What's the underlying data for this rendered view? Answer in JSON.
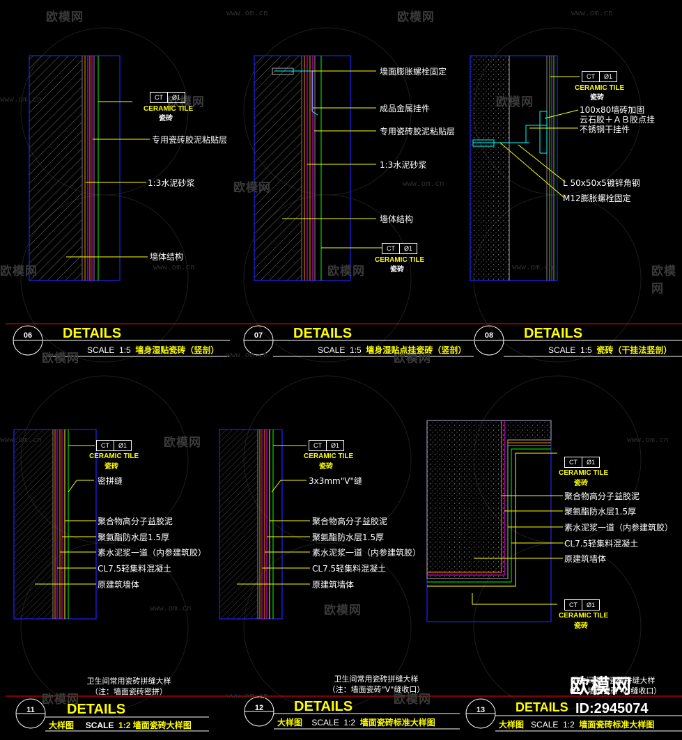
{
  "watermark": {
    "brand": "欧模网",
    "url": "www.om.cn"
  },
  "common": {
    "ceramic_tile": "CERAMIC TILE",
    "tile_cn": "瓷砖",
    "ct": "CT",
    "phi": "Ø1",
    "details": "DETAILS",
    "scale_word": "SCALE"
  },
  "d06": {
    "num": "06",
    "scale": "1:5",
    "title": "墙身湿贴瓷砖（竖剖）",
    "labels": [
      "专用瓷砖胶泥粘贴层",
      "1:3水泥砂浆",
      "墙体结构"
    ]
  },
  "d07": {
    "num": "07",
    "scale": "1:5",
    "title": "墙身湿贴点挂瓷砖（竖剖）",
    "labels": [
      "墙面膨胀螺栓固定",
      "成品金属挂件",
      "专用瓷砖胶泥粘贴层",
      "1:3水泥砂浆",
      "墙体结构"
    ]
  },
  "d08": {
    "num": "08",
    "scale": "1:5",
    "title": "瓷砖（干挂法竖剖）",
    "labels": [
      "100x80墙砖加固",
      "云石胶＋ＡＢ胶点挂",
      "不锈钢干挂件",
      "L 50x50x5镀锌角钢",
      "M12膨胀螺栓固定"
    ]
  },
  "d11": {
    "num": "11",
    "prefix": "大样图",
    "scale": "1:2",
    "title": "墙面瓷砖大样图",
    "labels": [
      "密拼缝",
      "聚合物高分子益胶泥",
      "聚氨酯防水层1.5厚",
      "素水泥浆一道（内参建筑胶）",
      "CL7.5轻集料混凝土",
      "原建筑墙体"
    ],
    "note1": "卫生间常用瓷砖拼缝大样",
    "note2": "（注：墙面瓷砖密拼）"
  },
  "d12": {
    "num": "12",
    "prefix": "大样图",
    "scale": "1:2",
    "title": "墙面瓷砖标准大样图",
    "labels": [
      "3x3mm\"V\"缝",
      "聚合物高分子益胶泥",
      "聚氨酯防水层1.5厚",
      "素水泥浆一道（内参建筑胶）",
      "CL7.5轻集料混凝土",
      "原建筑墙体"
    ],
    "note1": "卫生间常用瓷砖拼缝大样",
    "note2": "（注：墙面瓷砖\"V\"缝收口）"
  },
  "d13": {
    "num": "13",
    "prefix": "大样图",
    "scale": "1:2",
    "title": "墙面瓷砖标准大样图",
    "labels": [
      "聚合物高分子益胶泥",
      "聚氨酯防水层1.5厚",
      "素水泥浆一道（内参建筑胶）",
      "CL7.5轻集料混凝土",
      "原建筑墙体"
    ],
    "note1": "卫生间常用瓷砖拼缝大样",
    "note2": "（注：墙面瓷砖\"V\"缝收口）"
  },
  "brand_badge": {
    "logo": "欧模网",
    "id": "ID:2945074"
  },
  "colors": {
    "background": "#000000",
    "border_blue": "#2222ff",
    "divider_red": "#ff0000",
    "label_yellow": "#ffff00",
    "hatch_gray": "#6e6e6e",
    "tile_green": "#00ff00",
    "magenta": "#ff00ff",
    "orange": "#ff8c00"
  }
}
